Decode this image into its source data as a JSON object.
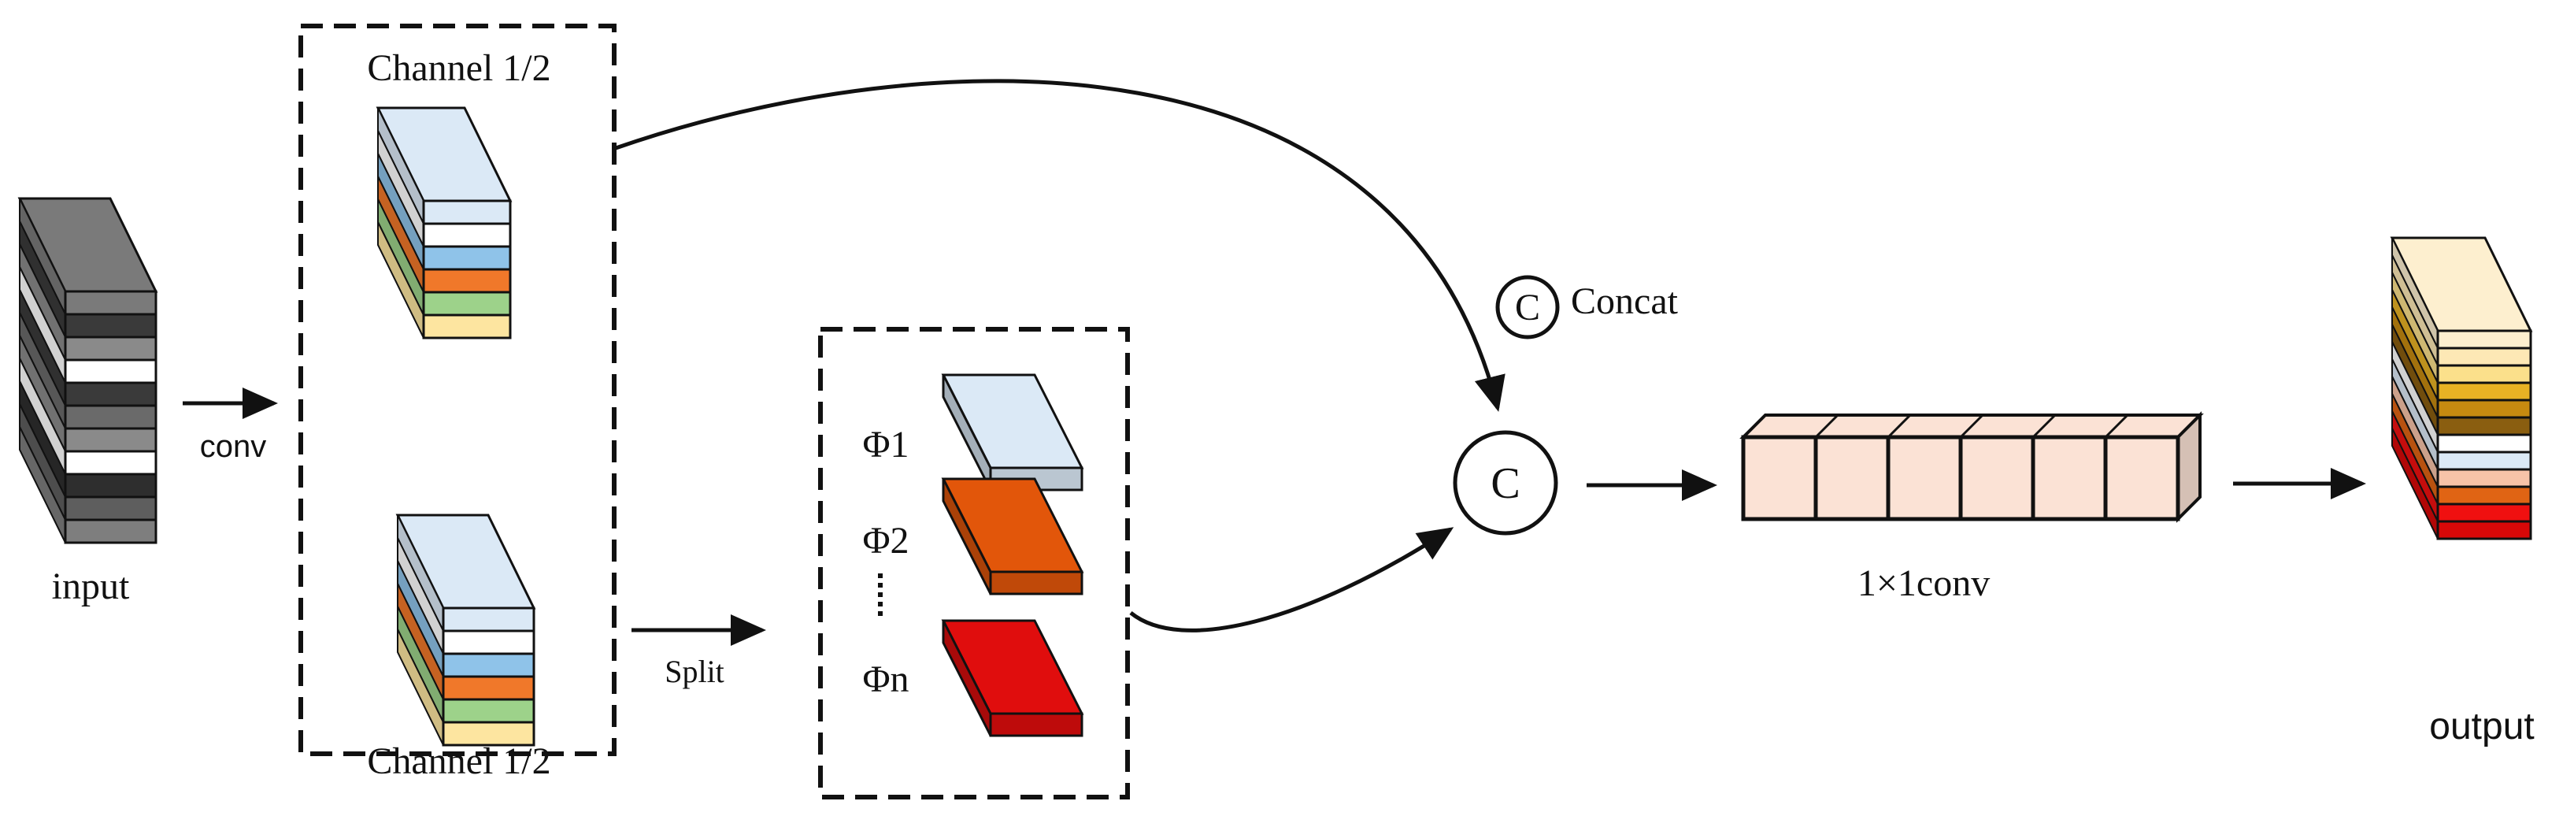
{
  "labels": {
    "input": "input",
    "conv": "conv",
    "channel_top": "Channel 1/2",
    "channel_bottom": "Channel 1/2",
    "split": "Split",
    "phi1": "Φ1",
    "phi2": "Φ2",
    "phin": "Φn",
    "concat_legend_symbol": "C",
    "concat_legend": "Concat",
    "concat_node": "C",
    "conv1x1": "1×1conv",
    "output": "output"
  },
  "colors": {
    "input_stack": [
      "#7a7a7a",
      "#3a3a3a",
      "#8a8a8a",
      "#ffffff",
      "#3a3a3a",
      "#6a6a6a",
      "#8a8a8a",
      "#ffffff",
      "#2e2e2e",
      "#5e5e5e",
      "#7e7e7e"
    ],
    "channel_stack": [
      "#dbe9f6",
      "#ffffff",
      "#8fc3e9",
      "#f0782a",
      "#9dd28a",
      "#fde5a0"
    ],
    "phi1": "#dbe9f6",
    "phi2": "#e2560a",
    "phin": "#e00d0d",
    "conv_cell": "#fbe2d5",
    "output_stack": [
      "#fdefcf",
      "#fde8b5",
      "#fbe08b",
      "#e8b224",
      "#c68a10",
      "#8a5e10",
      "#ffffff",
      "#dbe9f6",
      "#f7c3a8",
      "#e06414",
      "#f01010",
      "#d80808"
    ]
  }
}
